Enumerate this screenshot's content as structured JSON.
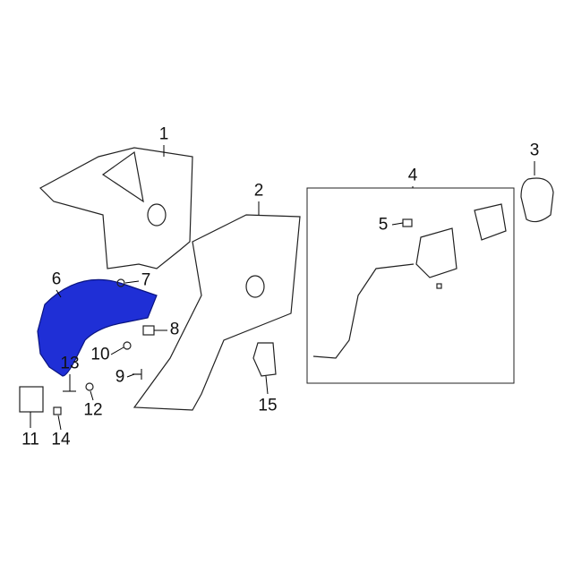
{
  "diagram": {
    "accent_color": "#1f2fd6",
    "callouts": [
      {
        "id": "1",
        "label": "1"
      },
      {
        "id": "2",
        "label": "2"
      },
      {
        "id": "3",
        "label": "3"
      },
      {
        "id": "4",
        "label": "4"
      },
      {
        "id": "5",
        "label": "5"
      },
      {
        "id": "6",
        "label": "6"
      },
      {
        "id": "7",
        "label": "7"
      },
      {
        "id": "8",
        "label": "8"
      },
      {
        "id": "9",
        "label": "9"
      },
      {
        "id": "10",
        "label": "10"
      },
      {
        "id": "11",
        "label": "11"
      },
      {
        "id": "12",
        "label": "12"
      },
      {
        "id": "13",
        "label": "13"
      },
      {
        "id": "14",
        "label": "14"
      },
      {
        "id": "15",
        "label": "15"
      }
    ]
  }
}
